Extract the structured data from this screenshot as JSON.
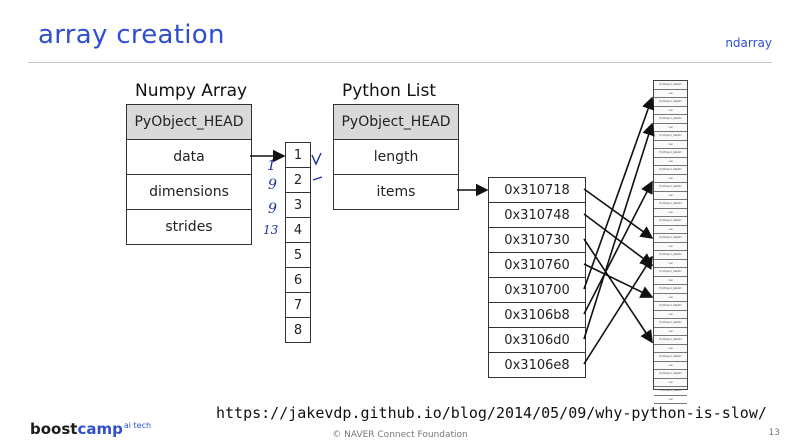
{
  "slide": {
    "title": "array creation",
    "section": "ndarray",
    "url": "https://jakevdp.github.io/blog/2014/05/09/why-python-is-slow/",
    "footer": "© NAVER Connect Foundation",
    "page_number": "13",
    "logo": {
      "main": "boost",
      "accent": "camp",
      "super": "ai tech"
    }
  },
  "numpy": {
    "heading": "Numpy Array",
    "fields": [
      "PyObject_HEAD",
      "data",
      "dimensions",
      "strides"
    ]
  },
  "array_values": [
    "1",
    "2",
    "3",
    "4",
    "5",
    "6",
    "7",
    "8"
  ],
  "pylist": {
    "heading": "Python List",
    "fields": [
      "PyObject_HEAD",
      "length",
      "items"
    ]
  },
  "addresses": [
    "0x310718",
    "0x310748",
    "0x310730",
    "0x310760",
    "0x310700",
    "0x3106b8",
    "0x3106d0",
    "0x3106e8"
  ],
  "memory_cell_labels": [
    "PyObject_HEAD",
    "val"
  ],
  "handwriting": [
    "1",
    "9",
    "9",
    "13"
  ]
}
